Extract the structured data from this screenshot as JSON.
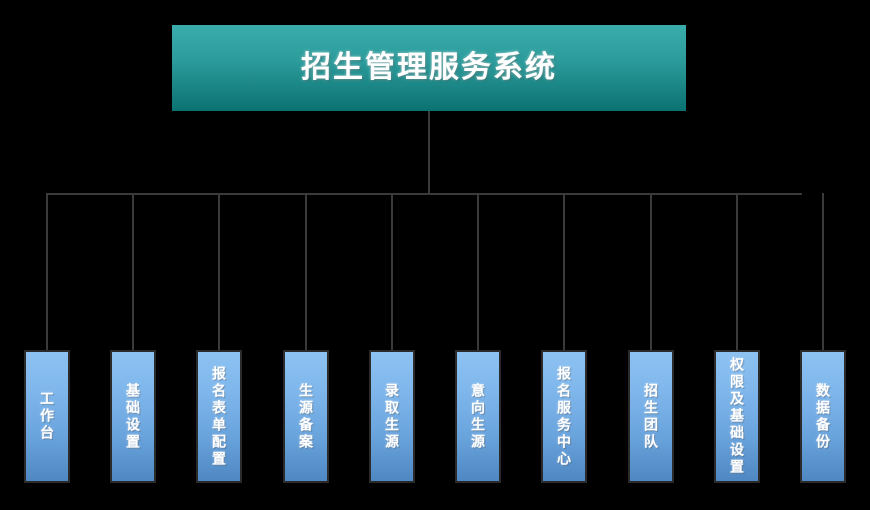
{
  "diagram": {
    "type": "org-chart",
    "orientation": "top-down",
    "background_color": "#000000",
    "root": {
      "label": "招生管理服务系统",
      "fill_top": "#3bacac",
      "fill_bottom": "#0b7272",
      "text_color": "#ffffff"
    },
    "connector_color": "#3a3a3a",
    "leaf_style": {
      "fill_top": "#8dc2f2",
      "fill_bottom": "#4e87c1",
      "border_color": "#2b2b2b",
      "text_color": "#ffffff",
      "text_orientation": "vertical"
    },
    "children": [
      {
        "label": "工作台"
      },
      {
        "label": "基础设置"
      },
      {
        "label": "报名表单配置"
      },
      {
        "label": "生源备案"
      },
      {
        "label": "录取生源"
      },
      {
        "label": "意向生源"
      },
      {
        "label": "报名服务中心"
      },
      {
        "label": "招生团队"
      },
      {
        "label": "权限及基础设置"
      },
      {
        "label": "数据备份"
      }
    ]
  }
}
